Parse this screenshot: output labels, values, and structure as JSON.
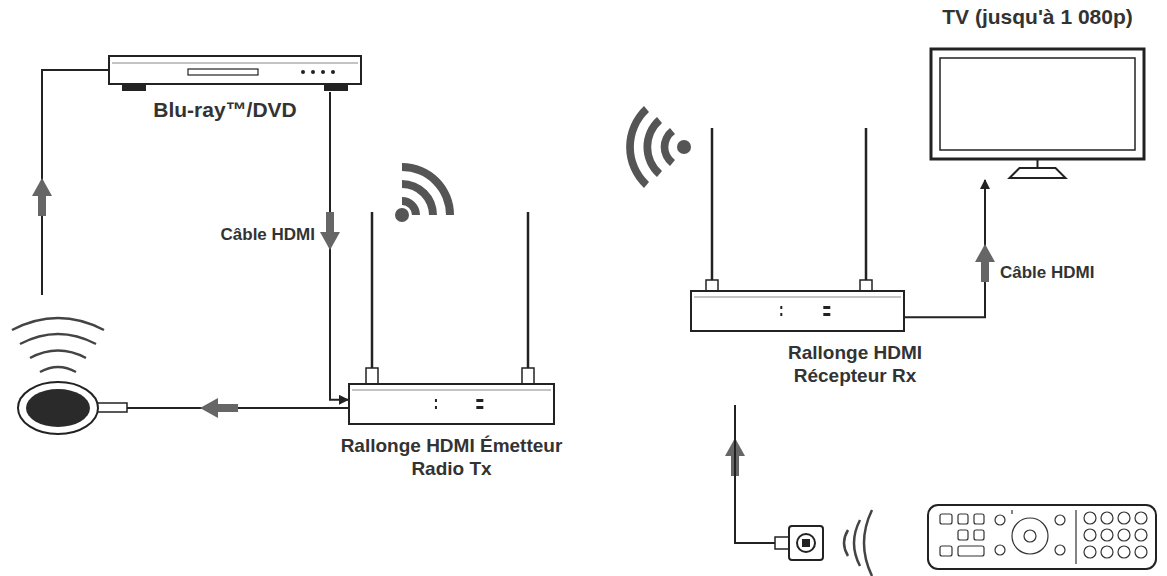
{
  "diagram": {
    "nodes": [
      {
        "text": [
          "Blu-ray™/DVD"
        ]
      },
      {
        "text": [
          "Rallonge HDMI Émetteur Radio Tx"
        ]
      },
      {
        "text": [
          "Rallonge HDMI Récepteur Rx"
        ]
      },
      {
        "text": [
          "TV (jusqu'à 1 080p)"
        ]
      }
    ],
    "edges": [
      {
        "from": 0,
        "to": 1,
        "arrow": "to",
        "label": "Câble HDMI"
      },
      {
        "from": 2,
        "to": 3,
        "arrow": "to",
        "label": "Câble HDMI"
      }
    ]
  }
}
